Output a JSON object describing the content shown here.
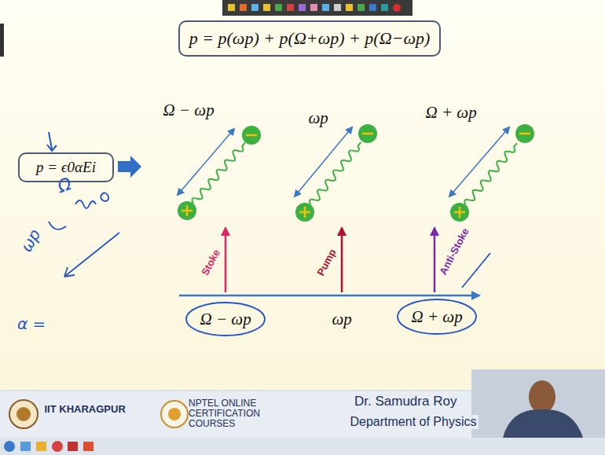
{
  "diagram": {
    "nodes": [
      {
        "text": [
          "p = p(ωp) + p(Ω+ωp) + p(Ω−ωp)"
        ]
      },
      {
        "text": [
          "p = ϵ0αEi"
        ]
      }
    ],
    "labels": [
      "Ω − ωp",
      "ωp",
      "Ω + ωp",
      "Stoke",
      "Pump",
      "Anti-Stoke",
      "Ω − ωp",
      "ωp",
      "Ω + ωp",
      "Ω",
      "ωp",
      "α =",
      "IIT KHARAGPUR",
      "NPTEL ONLINE CERTIFICATION COURSES",
      "Dr. Samudra Roy",
      "Department of Physics"
    ]
  }
}
